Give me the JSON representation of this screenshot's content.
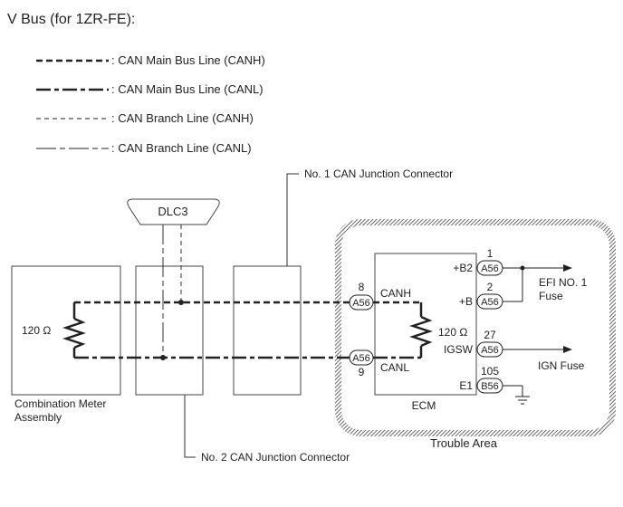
{
  "title": "V Bus (for 1ZR-FE):",
  "legend": [
    {
      "label": ": CAN Main Bus Line (CANH)"
    },
    {
      "label": ": CAN Main Bus Line (CANL)"
    },
    {
      "label": ": CAN Branch Line (CANH)"
    },
    {
      "label": ": CAN Branch Line (CANL)"
    }
  ],
  "dlc3": "DLC3",
  "junction1": "No. 1 CAN Junction Connector",
  "junction2": "No. 2 CAN Junction Connector",
  "meter": {
    "line1": "Combination Meter",
    "line2": "Assembly",
    "resistor": "120 Ω"
  },
  "trouble_area": "Trouble Area",
  "ecm": {
    "name": "ECM",
    "resistor": "120 Ω",
    "terminals": {
      "canh": "CANH",
      "canl": "CANL",
      "b2": "+B2",
      "b": "+B",
      "igsw": "IGSW",
      "e1": "E1"
    },
    "connectors": {
      "canh": "A56",
      "canl": "A56",
      "b2": "A56",
      "b": "A56",
      "igsw": "A56",
      "e1": "B56"
    },
    "pins": {
      "canh": "8",
      "canl": "9",
      "b2": "1",
      "b": "2",
      "igsw": "27",
      "e1": "105"
    }
  },
  "efi_fuse": {
    "line1": "EFI NO. 1",
    "line2": "Fuse"
  },
  "ign_fuse": "IGN Fuse"
}
